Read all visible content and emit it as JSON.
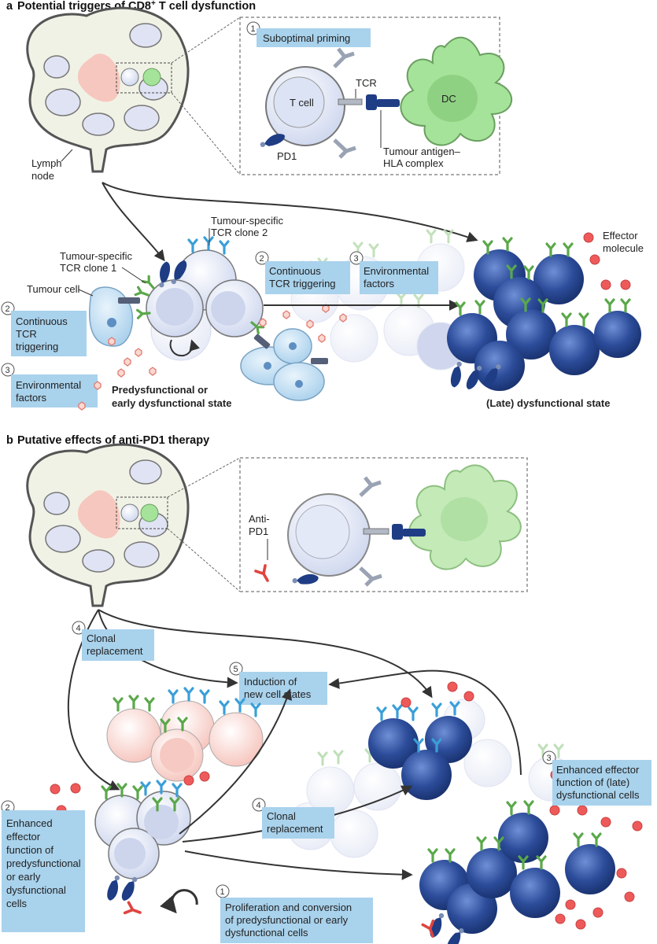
{
  "panel_a": {
    "letter": "a",
    "title": "Potential triggers of CD8",
    "title_sup": "+",
    "title_end": " T cell dysfunction",
    "lymph_node_line1": "Lymph",
    "lymph_node_line2": "node",
    "step1_num": "1",
    "step1_label": "Suboptimal priming",
    "t_cell_label": "T cell",
    "dc_label": "DC",
    "tcr_label": "TCR",
    "pd1_label": "PD1",
    "antigen_line1": "Tumour antigen–",
    "antigen_line2": "HLA complex",
    "clone2_line1": "Tumour-specific",
    "clone2_line2": "TCR clone 2",
    "clone1_line1": "Tumour-specific",
    "clone1_line2": "TCR clone 1",
    "tumour_cell": "Tumour cell",
    "step2_num": "2",
    "continuous_left_line1": "Continuous",
    "continuous_left_line2": "TCR",
    "continuous_left_line3": "triggering",
    "step3_num": "3",
    "env_left_line1": "Environmental",
    "env_left_line2": "factors",
    "continuous_mid_line1": "Continuous",
    "continuous_mid_line2": "TCR triggering",
    "env_mid_line1": "Environmental",
    "env_mid_line2": "factors",
    "effector_line1": "Effector",
    "effector_line2": "molecule",
    "predys_line1": "Predysfunctional or",
    "predys_line2": "early dysfunctional state",
    "late_state": "(Late) dysfunctional state"
  },
  "panel_b": {
    "letter": "b",
    "title": "Putative effects of anti-PD1 therapy",
    "anti_pd1_line1": "Anti-",
    "anti_pd1_line2": "PD1",
    "step4_num": "4",
    "clonal_top_line1": "Clonal",
    "clonal_top_line2": "replacement",
    "step5_num": "5",
    "induction_line1": "Induction of",
    "induction_line2": "new cell states",
    "step3_num": "3",
    "enhanced_late_line1": "Enhanced effector",
    "enhanced_late_line2": "function of (late)",
    "enhanced_late_line3": "dysfunctional cells",
    "step4b_num": "4",
    "clonal_mid_line1": "Clonal",
    "clonal_mid_line2": "replacement",
    "step2_num": "2",
    "enhanced_pre_line1": "Enhanced",
    "enhanced_pre_line2": "effector",
    "enhanced_pre_line3": "function of",
    "enhanced_pre_line4": "predysfunctional",
    "enhanced_pre_line5": "or early",
    "enhanced_pre_line6": "dysfunctional",
    "enhanced_pre_line7": "cells",
    "step1_num": "1",
    "prolif_line1": "Proliferation and conversion",
    "prolif_line2": "of predysfunctional or early",
    "prolif_line3": "dysfunctional cells"
  },
  "colors": {
    "label_box": "#a9d2ec",
    "dark_cell": "#1f3d85",
    "light_cell": "#d5dcf0",
    "dc_green": "#a6e39a",
    "tcr_green": "#5aa84a",
    "tcr_blue": "#3a9fd8",
    "effector_red": "#ee5a5a",
    "antibody_red": "#e0443f",
    "pink_cell": "#f6c9c2",
    "arrow": "#333333"
  }
}
